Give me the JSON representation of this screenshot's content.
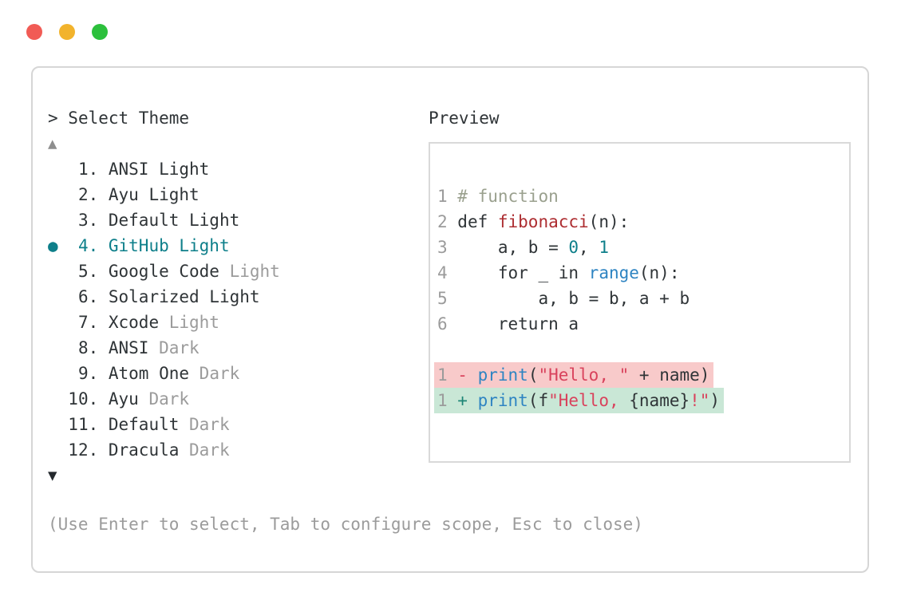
{
  "colors": {
    "accent_teal": "#0e7f8a",
    "text_dark": "#2f3437",
    "muted_gray": "#9b9b9b",
    "comment_green": "#9aa08e",
    "func_red": "#ad2d31",
    "call_blue": "#2e84c2",
    "string_red": "#d9425c",
    "plus_green": "#1d8576",
    "diff_removed_bg": "#f8caca",
    "diff_added_bg": "#c9e7d6",
    "border_gray": "#d6d6d6",
    "traffic_red": "#f15b55",
    "traffic_yellow": "#f2b32c",
    "traffic_green": "#2cc03c"
  },
  "header": {
    "prompt": "> ",
    "title": "Select Theme"
  },
  "list": {
    "scroll_up_icon": "▲",
    "scroll_down_icon": "▼",
    "selected_marker": "●",
    "items": [
      {
        "number": 1,
        "name": "ANSI Light",
        "muted": "",
        "selected": false
      },
      {
        "number": 2,
        "name": "Ayu Light",
        "muted": "",
        "selected": false
      },
      {
        "number": 3,
        "name": "Default Light",
        "muted": "",
        "selected": false
      },
      {
        "number": 4,
        "name": "GitHub Light",
        "muted": "",
        "selected": true
      },
      {
        "number": 5,
        "name": "Google Code",
        "muted": "Light",
        "selected": false
      },
      {
        "number": 6,
        "name": "Solarized Light",
        "muted": "",
        "selected": false
      },
      {
        "number": 7,
        "name": "Xcode",
        "muted": "Light",
        "selected": false
      },
      {
        "number": 8,
        "name": "ANSI",
        "muted": "Dark",
        "selected": false
      },
      {
        "number": 9,
        "name": "Atom One",
        "muted": "Dark",
        "selected": false
      },
      {
        "number": 10,
        "name": "Ayu",
        "muted": "Dark",
        "selected": false
      },
      {
        "number": 11,
        "name": "Default",
        "muted": "Dark",
        "selected": false
      },
      {
        "number": 12,
        "name": "Dracula",
        "muted": "Dark",
        "selected": false
      }
    ]
  },
  "preview": {
    "label": "Preview",
    "code_lines": [
      {
        "num": "",
        "bg": "",
        "tokens": []
      },
      {
        "num": "1",
        "bg": "",
        "tokens": [
          {
            "t": "# function",
            "c": "comment"
          }
        ]
      },
      {
        "num": "2",
        "bg": "",
        "tokens": [
          {
            "t": "def ",
            "c": "text"
          },
          {
            "t": "fibonacci",
            "c": "func"
          },
          {
            "t": "(n):",
            "c": "text"
          }
        ]
      },
      {
        "num": "3",
        "bg": "",
        "tokens": [
          {
            "t": "    a, b = ",
            "c": "text"
          },
          {
            "t": "0",
            "c": "number"
          },
          {
            "t": ", ",
            "c": "text"
          },
          {
            "t": "1",
            "c": "number"
          }
        ]
      },
      {
        "num": "4",
        "bg": "",
        "tokens": [
          {
            "t": "    for _ in ",
            "c": "text"
          },
          {
            "t": "range",
            "c": "call"
          },
          {
            "t": "(n):",
            "c": "text"
          }
        ]
      },
      {
        "num": "5",
        "bg": "",
        "tokens": [
          {
            "t": "        a, b = b, a + b",
            "c": "text"
          }
        ]
      },
      {
        "num": "6",
        "bg": "",
        "tokens": [
          {
            "t": "    return a",
            "c": "text"
          }
        ]
      },
      {
        "num": "",
        "bg": "",
        "tokens": []
      },
      {
        "num": "1",
        "bg": "removed",
        "tokens": [
          {
            "t": "- ",
            "c": "minus"
          },
          {
            "t": "print",
            "c": "call"
          },
          {
            "t": "(",
            "c": "text"
          },
          {
            "t": "\"Hello, \"",
            "c": "string"
          },
          {
            "t": " + name)",
            "c": "text"
          }
        ]
      },
      {
        "num": "1",
        "bg": "added",
        "tokens": [
          {
            "t": "+ ",
            "c": "plus"
          },
          {
            "t": "print",
            "c": "call"
          },
          {
            "t": "(f",
            "c": "text"
          },
          {
            "t": "\"Hello, ",
            "c": "string"
          },
          {
            "t": "{name}",
            "c": "text"
          },
          {
            "t": "!\"",
            "c": "string"
          },
          {
            "t": ")",
            "c": "text"
          }
        ]
      }
    ]
  },
  "footer": {
    "hint": "(Use Enter to select, Tab to configure scope, Esc to close)"
  }
}
